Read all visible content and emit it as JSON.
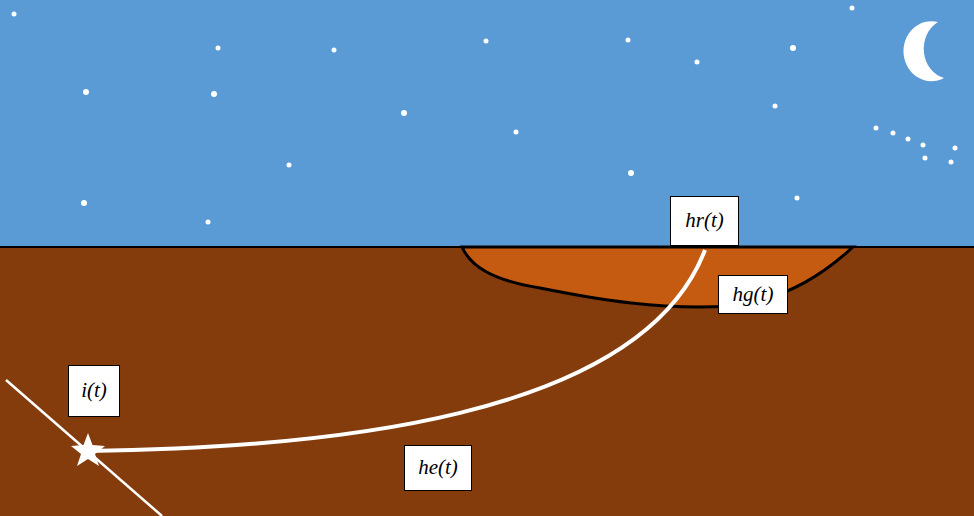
{
  "diagram": {
    "nodes": [
      {
        "text": [
          "hr(t)"
        ]
      },
      {
        "text": [
          "hg(t)"
        ]
      },
      {
        "text": [
          "i(t)"
        ]
      },
      {
        "text": [
          "he(t)"
        ]
      }
    ]
  }
}
